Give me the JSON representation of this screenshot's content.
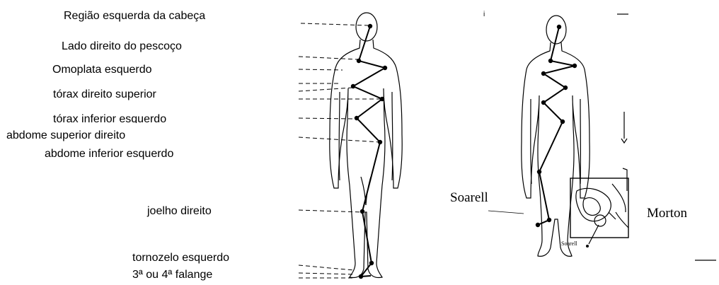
{
  "labels": [
    "Região esquerda da cabeça",
    "Lado direito do pescoço",
    "Omoplata esquerdo",
    "tórax direito superior",
    "tórax inferior esquerdo",
    "abdome superior direito",
    "abdome inferior esquerdo",
    "joelho direito",
    "tornozelo esquerdo",
    "3ª ou 4ª falange"
  ],
  "caption_left": "Soarell",
  "caption_right": "Morton",
  "inset_label": "Soarell",
  "stray_mark": "i"
}
